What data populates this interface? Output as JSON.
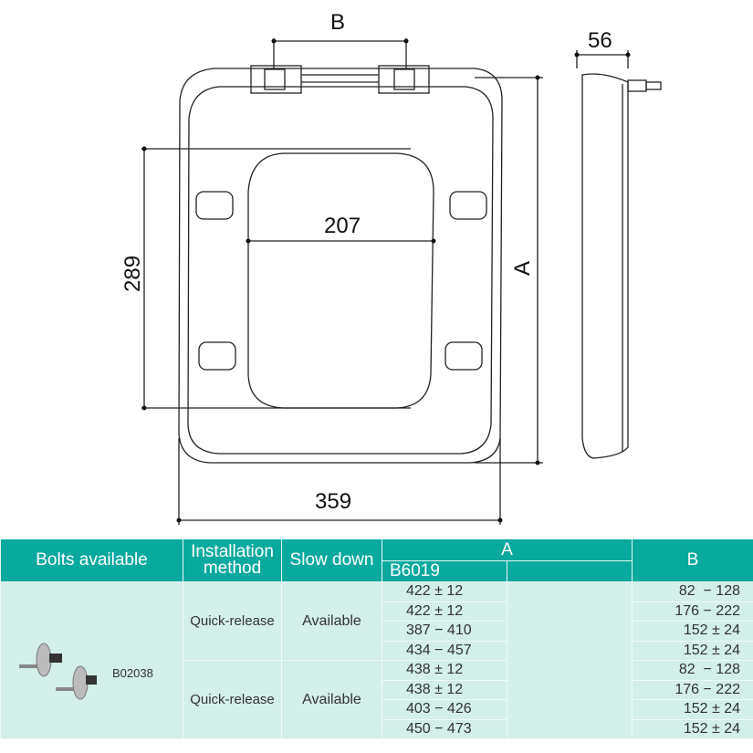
{
  "drawing": {
    "dim_b": "B",
    "dim_width_top": "56",
    "dim_inner_width": "207",
    "dim_height_inner": "289",
    "dim_a": "A",
    "dim_overall_width": "359"
  },
  "table": {
    "headers": {
      "bolts": "Bolts available",
      "installation": "Installation method",
      "slow_down": "Slow down",
      "a": "A",
      "a_model": "B6019",
      "b": "B"
    },
    "bolt_code": "B02038",
    "groups": [
      {
        "installation": "Quick-release",
        "slow_down": "Available",
        "a": [
          "422 ± 12",
          "422 ± 12",
          "387 − 410",
          "434 − 457"
        ],
        "b": [
          "82  − 128",
          "176 − 222",
          "152 ± 24",
          "152 ± 24"
        ]
      },
      {
        "installation": "Quick-release",
        "slow_down": "Available",
        "a": [
          "438 ± 12",
          "438 ± 12",
          "403 − 426",
          "450 − 473"
        ],
        "b": [
          "82  − 128",
          "176 − 222",
          "152 ± 24",
          "152 ± 24"
        ]
      }
    ]
  }
}
